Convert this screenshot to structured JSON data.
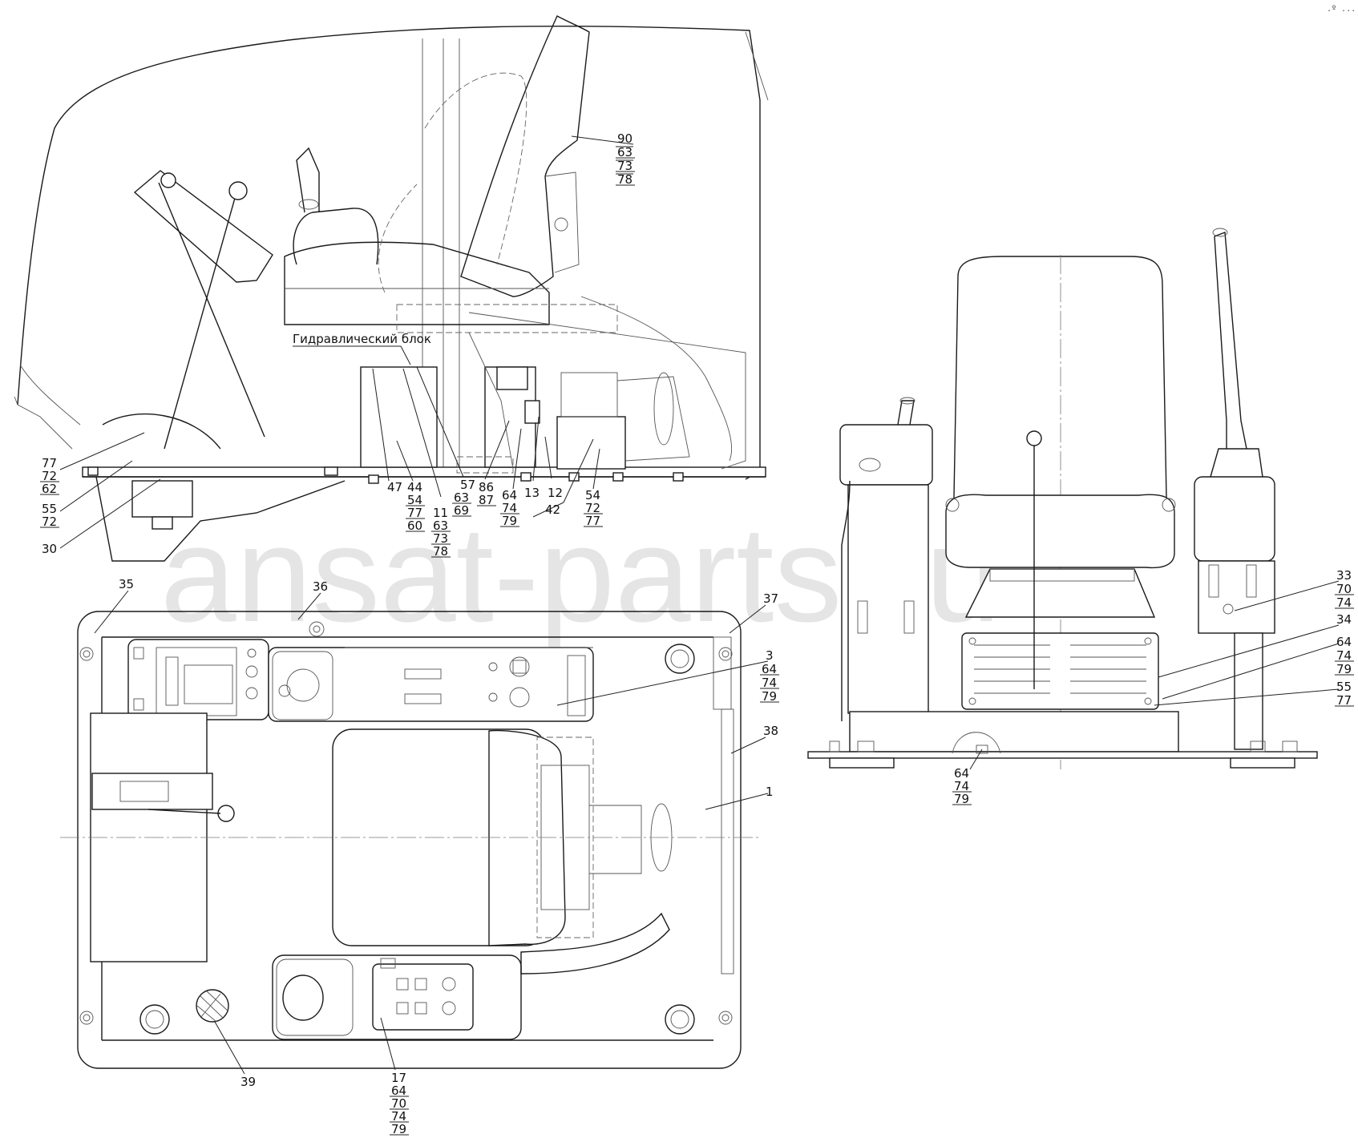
{
  "watermark": "ansat-parts.ru",
  "corner_mark": ".º ...",
  "annotations": {
    "hydraulic_block": "Гидравлический блок"
  },
  "callouts": {
    "c90": [
      "90",
      "63",
      "73",
      "78"
    ],
    "c77": [
      "77",
      "72",
      "62"
    ],
    "c55a": [
      "55",
      "72"
    ],
    "c30": [
      "30"
    ],
    "c47": [
      "47"
    ],
    "c44": [
      "44",
      "54",
      "77",
      "60"
    ],
    "c11": [
      "11",
      "63",
      "73",
      "78"
    ],
    "c57": [
      "57",
      "63",
      "69"
    ],
    "c86": [
      "86",
      "87"
    ],
    "c64a": [
      "64",
      "74",
      "79"
    ],
    "c13": [
      "13"
    ],
    "c12": [
      "12"
    ],
    "c42": [
      "42"
    ],
    "c54": [
      "54",
      "72",
      "77"
    ],
    "c35": [
      "35"
    ],
    "c36": [
      "36"
    ],
    "c37": [
      "37"
    ],
    "c3": [
      "3",
      "64",
      "74",
      "79"
    ],
    "c38": [
      "38"
    ],
    "c1": [
      "1"
    ],
    "c39": [
      "39"
    ],
    "c17": [
      "17",
      "64",
      "70",
      "74",
      "79"
    ],
    "c33": [
      "33",
      "70",
      "74"
    ],
    "c34": [
      "34"
    ],
    "c64b": [
      "64",
      "74",
      "79"
    ],
    "c55b": [
      "55",
      "77"
    ],
    "c64c": [
      "64",
      "74",
      "79"
    ]
  }
}
